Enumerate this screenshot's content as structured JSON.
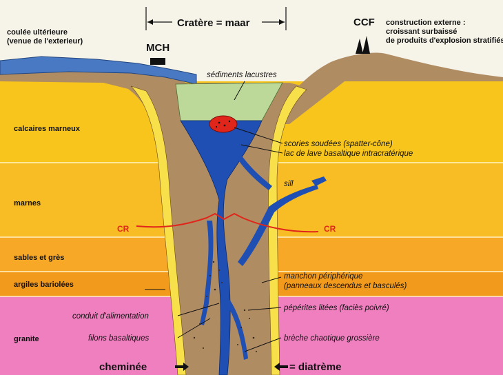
{
  "title": {
    "crater": "Cratère = maar"
  },
  "top_labels": {
    "lava_flow": [
      "coulée ultérieure",
      "(venue de l'exterieur)"
    ],
    "mch": "MCH",
    "ccf": "CCF",
    "external": [
      "construction externe :",
      "croissant surbaissé",
      "de produits d'explosion stratifiés"
    ],
    "lake_sediments": "sédiments lacustres"
  },
  "layers": {
    "limestone_marl": "calcaires marneux",
    "marl": "marnes",
    "sand_sandstone": "sables et grès",
    "clays": "argiles bariolées",
    "granite": "granite"
  },
  "annotations": {
    "spatter_cone": "scories soudées (spatter-cône)",
    "lava_lake": "lac de lave basaltique intracratérique",
    "sill": "sill",
    "cr_left": "CR",
    "cr_right": "CR",
    "sleeve": [
      "manchon périphérique",
      "(panneaux descendus et basculés)"
    ],
    "peperites": "pépérites litées (faciès poivré)",
    "breccia": "brèche chaotique grossière",
    "feeder": "conduit d'alimentation",
    "dykes": "filons basaltiques"
  },
  "bottom": {
    "chimney": "cheminée",
    "diatreme": "= diatrème"
  },
  "colors": {
    "background": "#f6f3e9",
    "lava_flow": "#4a79c4",
    "limestone_marl": "#f7c51b",
    "marl": "#f8bd24",
    "sand_sandstone": "#f6a826",
    "clays": "#f29a1c",
    "granite": "#ef7fbf",
    "diatreme": "#b08c63",
    "magma": "#1f4fb3",
    "lake_sediments": "#bcd99a",
    "sleeve": "#f8e04a",
    "cr_line": "#e0261b"
  }
}
